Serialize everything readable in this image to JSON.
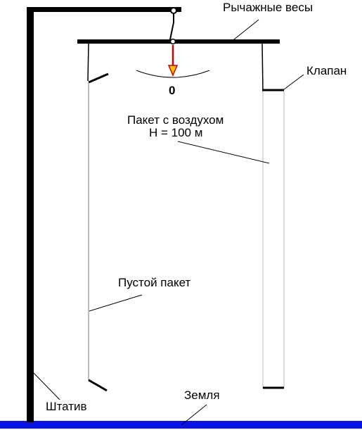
{
  "labels": {
    "scale": "Рычажные весы",
    "valve": "Клапан",
    "air_bag_line1": "Пакет с воздухом",
    "air_bag_line2": "H = 100 м",
    "empty_bag": "Пустой пакет",
    "stand": "Штатив",
    "ground": "Земля"
  },
  "indicator": {
    "value": "0"
  },
  "colors": {
    "lines": "#000000",
    "ground": "#0a14e6",
    "pointer": "#cc0000",
    "pointer_tip": "#f5c400",
    "bag": "#d8d8d8"
  }
}
